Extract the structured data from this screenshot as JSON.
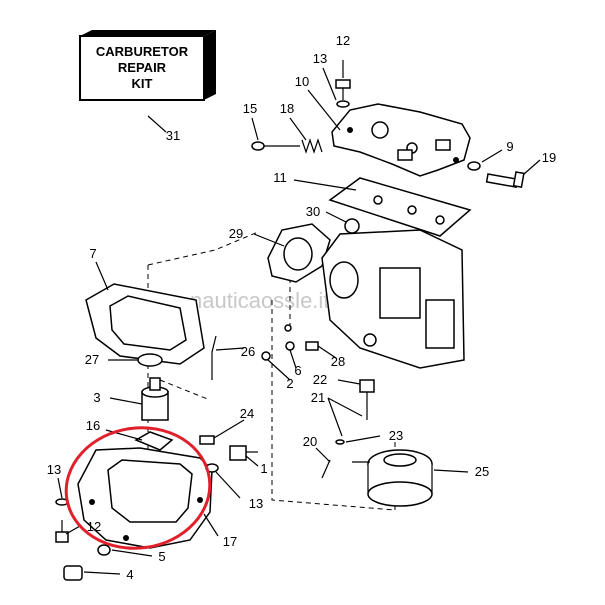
{
  "kit_box": {
    "line1": "CARBURETOR",
    "line2": "REPAIR",
    "line3": "KIT"
  },
  "watermark": "nauticaossle.it",
  "callouts": {
    "c1": "1",
    "c2": "2",
    "c3": "3",
    "c4": "4",
    "c5": "5",
    "c6": "6",
    "c7": "7",
    "c9": "9",
    "c10": "10",
    "c11": "11",
    "c12a": "12",
    "c12b": "12",
    "c13a": "13",
    "c13b": "13",
    "c13c": "13",
    "c15": "15",
    "c16": "16",
    "c17": "17",
    "c18": "18",
    "c19": "19",
    "c20": "20",
    "c21": "21",
    "c22": "22",
    "c23": "23",
    "c24": "24",
    "c25": "25",
    "c26": "26",
    "c27": "27",
    "c28": "28",
    "c29": "29",
    "c30": "30",
    "c31": "31"
  },
  "highlight_color": "#e0202a",
  "line_color": "#000000"
}
